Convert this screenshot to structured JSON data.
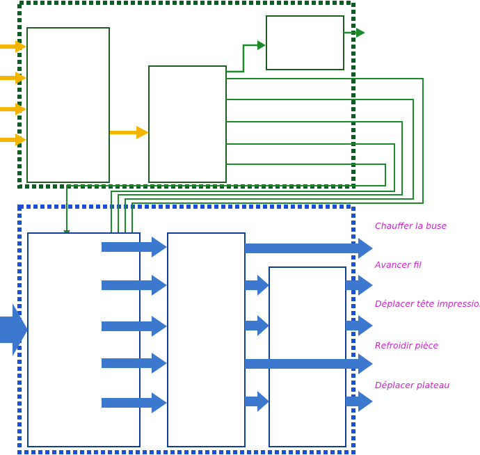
{
  "colors": {
    "frame_top": "#0b5e1f",
    "frame_bottom": "#1a4fd6",
    "box_top": "#1f5c22",
    "box_bottom": "#0d3f99",
    "input_arrow": "#f5b400",
    "green_wire": "#1a8a2a",
    "blue_arrow": "#3d78cf",
    "label": "#cc22cc"
  },
  "outputs": [
    {
      "label": "Chauffer la buse"
    },
    {
      "label": "Avancer fil"
    },
    {
      "label": "Déplacer tête impression"
    },
    {
      "label": "Refroidir pièce"
    },
    {
      "label": "Déplacer plateau"
    }
  ]
}
